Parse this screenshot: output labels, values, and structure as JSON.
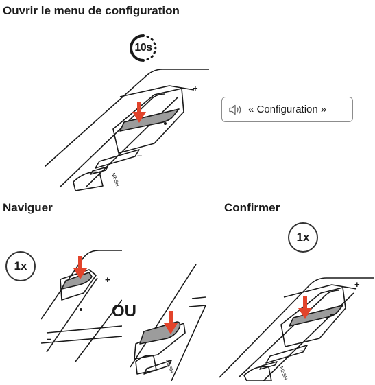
{
  "title": "Ouvrir le menu de configuration",
  "timer": {
    "label": "10s",
    "icon": "hold-timer-icon"
  },
  "voice_prompt": {
    "icon": "speaker-icon",
    "text": "« Configuration »"
  },
  "navigate": {
    "heading": "Naviguer",
    "count": "1x",
    "separator": "OU"
  },
  "confirm": {
    "heading": "Confirmer",
    "count": "1x"
  },
  "device": {
    "plus_mark": "+",
    "minus_mark": "–",
    "brand_mark": "MESH"
  },
  "colors": {
    "arrow": "#e2442b",
    "pressed_button": "#9c9c9c",
    "outline": "#1a1a1a"
  }
}
